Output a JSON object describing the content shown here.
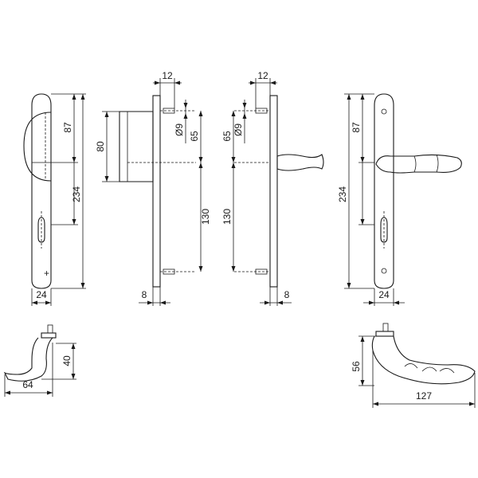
{
  "labels": {
    "front_left_width": "24",
    "front_left_upper": "87",
    "front_left_total": "234",
    "side_left_proj": "80",
    "side_left_spindle_top": "12",
    "side_left_diameter": "Ø9",
    "side_left_upper": "65",
    "side_left_lower": "130",
    "side_left_thickness": "8",
    "side_right_spindle_top": "12",
    "side_right_diameter": "Ø9",
    "side_right_upper": "65",
    "side_right_lower": "130",
    "side_right_thickness": "8",
    "front_right_upper": "87",
    "front_right_total": "234",
    "front_right_width": "24",
    "knob_height": "40",
    "knob_length": "64",
    "lever_height": "56",
    "lever_length": "127"
  }
}
